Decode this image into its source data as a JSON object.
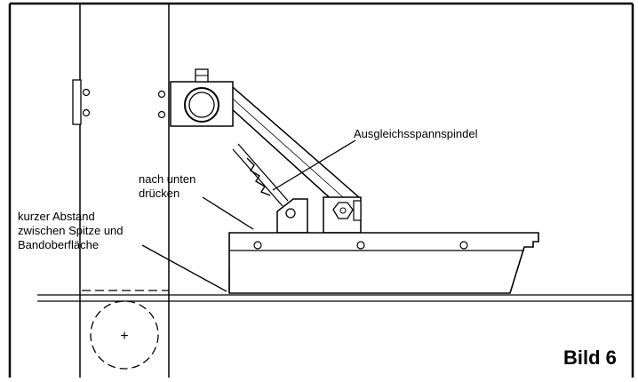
{
  "figure": {
    "caption": "Bild 6",
    "labels": {
      "spindle": "Ausgleichsspannspindel",
      "press_down_line1": "nach unten",
      "press_down_line2": "drücken",
      "distance_line1": "kurzer Abstand",
      "distance_line2": "zwischen Spitze und",
      "distance_line3": "Bandoberfläche"
    },
    "center_mark": "+"
  },
  "colors": {
    "line": "#000000",
    "background": "#ffffff"
  }
}
